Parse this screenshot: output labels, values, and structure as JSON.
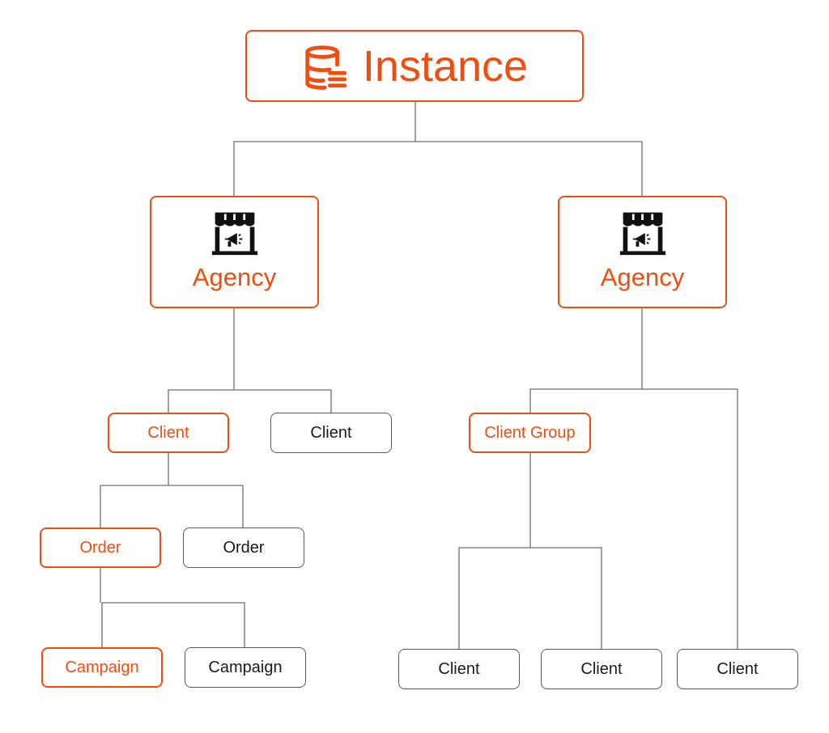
{
  "colors": {
    "accent": "#ee4e10",
    "plain_border": "#5a5a5a",
    "connector": "#6e6e6e",
    "text": "#1a1a1a"
  },
  "instance": {
    "label": "Instance",
    "icon": "database-icon"
  },
  "agencies": [
    {
      "label": "Agency",
      "icon": "storefront-megaphone-icon"
    },
    {
      "label": "Agency",
      "icon": "storefront-megaphone-icon"
    }
  ],
  "left_branch": {
    "client_selected": "Client",
    "client_other": "Client",
    "order_selected": "Order",
    "order_other": "Order",
    "campaign_selected": "Campaign",
    "campaign_other": "Campaign"
  },
  "right_branch": {
    "client_group": "Client Group",
    "group_clients": [
      "Client",
      "Client"
    ],
    "client_standalone": "Client"
  }
}
